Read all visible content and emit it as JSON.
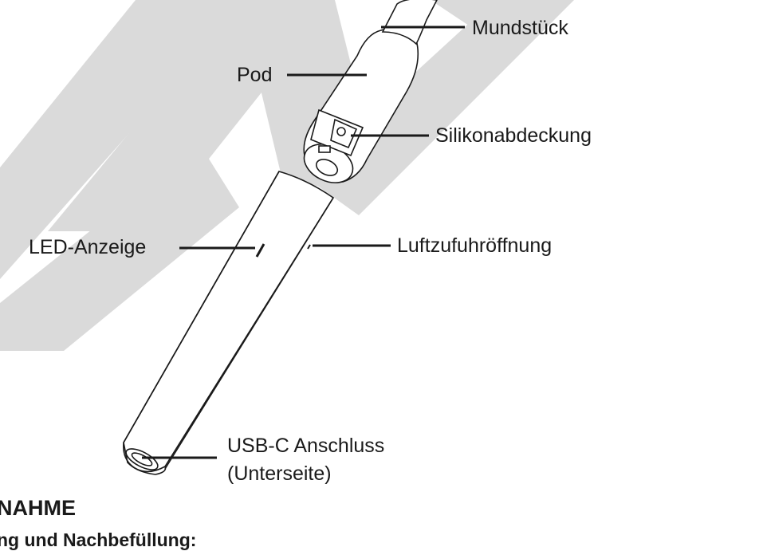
{
  "labels": {
    "mouthpiece": "Mundstück",
    "pod": "Pod",
    "silicone_cover": "Silikonabdeckung",
    "led": "LED-Anzeige",
    "air_inlet": "Luftzufuhröffnung",
    "usb_line1": "USB-C Anschluss",
    "usb_line2": "(Unterseite)"
  },
  "headings": {
    "section": "NAHME",
    "subsection": "ng und Nachbefüllung:"
  },
  "watermark": "SMI",
  "colors": {
    "ink": "#1a1a1a",
    "watermark": "#dadada"
  }
}
